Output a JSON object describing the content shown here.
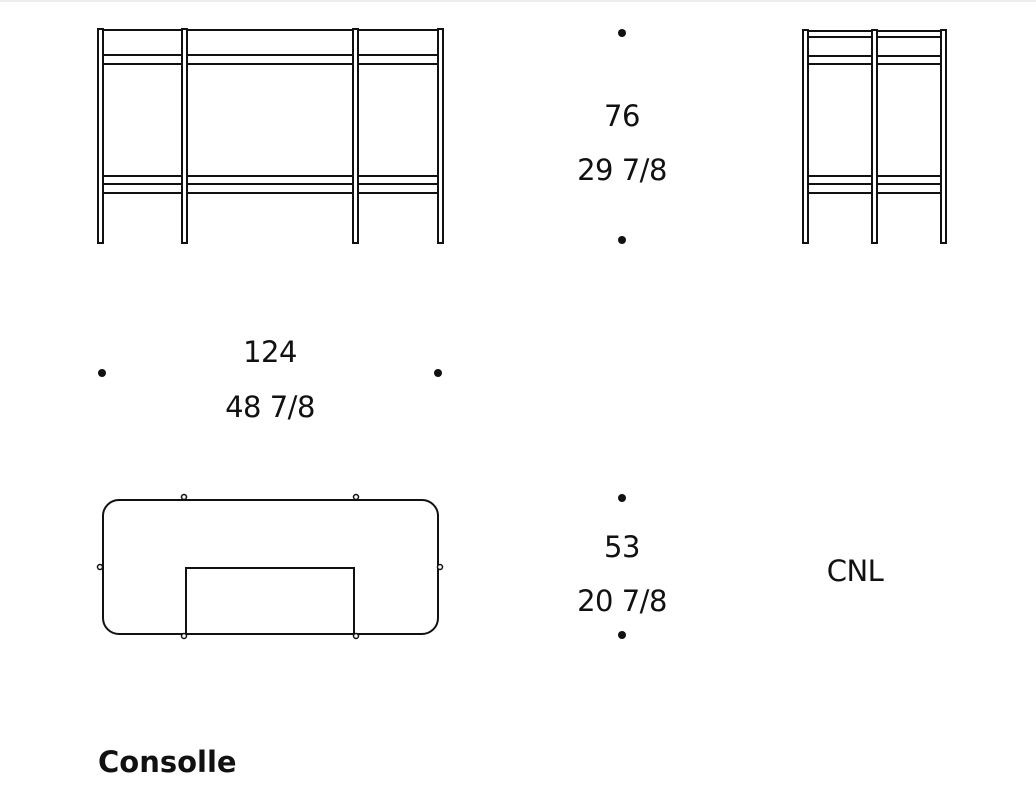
{
  "height": {
    "cm": "76",
    "in": "29 7/8"
  },
  "width": {
    "cm": "124",
    "in": "48 7/8"
  },
  "depth": {
    "cm": "53",
    "in": "20 7/8"
  },
  "code": "CNL",
  "title": "Consolle",
  "line_color": "#111111"
}
